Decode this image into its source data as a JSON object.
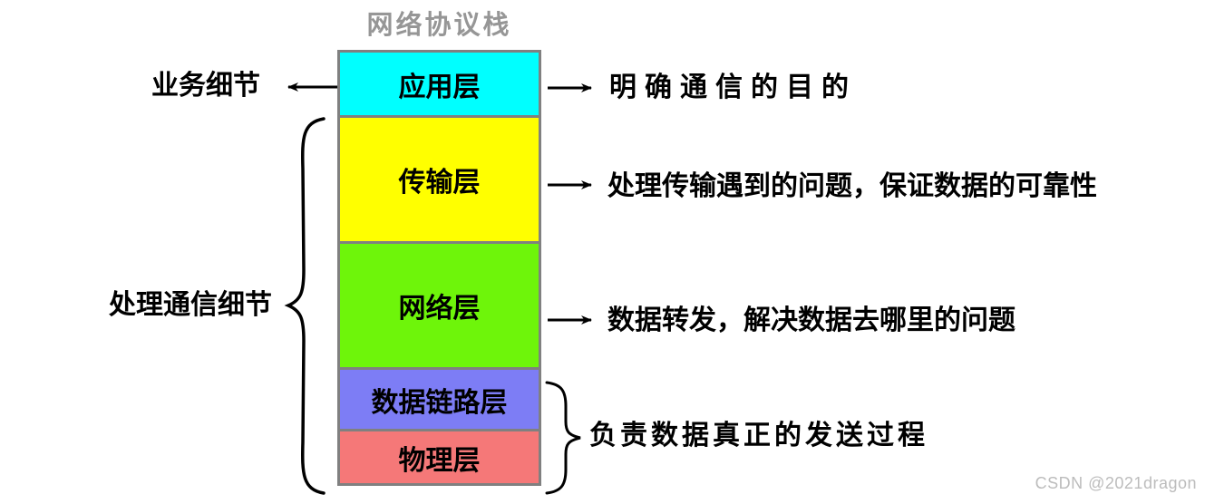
{
  "title": "网络协议栈",
  "stack": {
    "border_color": "#808080",
    "layers": [
      {
        "label": "应用层",
        "color": "#00ffff"
      },
      {
        "label": "传输层",
        "color": "#ffff00"
      },
      {
        "label": "网络层",
        "color": "#6ef50a"
      },
      {
        "label": "数据链路层",
        "color": "#7d7df5"
      },
      {
        "label": "物理层",
        "color": "#f57878"
      }
    ]
  },
  "left_annotations": {
    "business_detail": "业务细节",
    "communication_detail": "处理通信细节"
  },
  "right_annotations": {
    "application": "明确通信的目的",
    "transport": "处理传输遇到的问题，保证数据的可靠性",
    "network": "数据转发，解决数据去哪里的问题",
    "link_physical": "负责数据真正的发送过程"
  },
  "watermark": "CSDN @2021dragon",
  "accent_colors": {
    "title_gray": "#969696",
    "text_black": "#000000",
    "watermark_gray": "#bcbcbc"
  }
}
